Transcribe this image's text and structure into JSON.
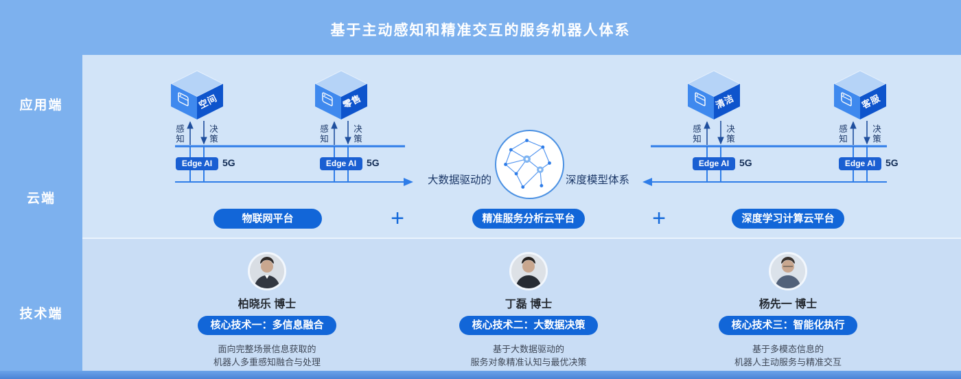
{
  "title": "基于主动感知和精准交互的服务机器人体系",
  "sidebar": {
    "application": "应用端",
    "cloud": "云端",
    "technology": "技术端"
  },
  "application_layer": {
    "cubes": [
      {
        "label": "空间"
      },
      {
        "label": "零售"
      },
      {
        "label": "清洁"
      },
      {
        "label": "客服"
      }
    ],
    "perception_label": "感知",
    "decision_label": "决策",
    "edge_ai_badge": "Edge AI",
    "network_label": "5G"
  },
  "cloud_layer": {
    "model_text_left": "大数据驱动的",
    "model_text_right": "深度模型体系",
    "plus_sign": "+",
    "platforms": [
      {
        "label": "物联网平台"
      },
      {
        "label": "精准服务分析云平台"
      },
      {
        "label": "深度学习计算云平台"
      }
    ]
  },
  "technology_layer": {
    "experts": [
      {
        "name": "柏晓乐 博士",
        "core_tech": "核心技术一：多信息融合",
        "desc_line1": "面向完整场景信息获取的",
        "desc_line2": "机器人多重感知融合与处理"
      },
      {
        "name": "丁磊 博士",
        "core_tech": "核心技术二：大数据决策",
        "desc_line1": "基于大数据驱动的",
        "desc_line2": "服务对象精准认知与最优决策"
      },
      {
        "name": "杨先一 博士",
        "core_tech": "核心技术三：智能化执行",
        "desc_line1": "基于多模态信息的",
        "desc_line2": "机器人主动服务与精准交互"
      }
    ]
  },
  "colors": {
    "accent_blue": "#1266d8",
    "edge_badge_blue": "#1a5fd2",
    "panel_light": "#d2e4f8",
    "background_blue": "#7db1ee"
  }
}
